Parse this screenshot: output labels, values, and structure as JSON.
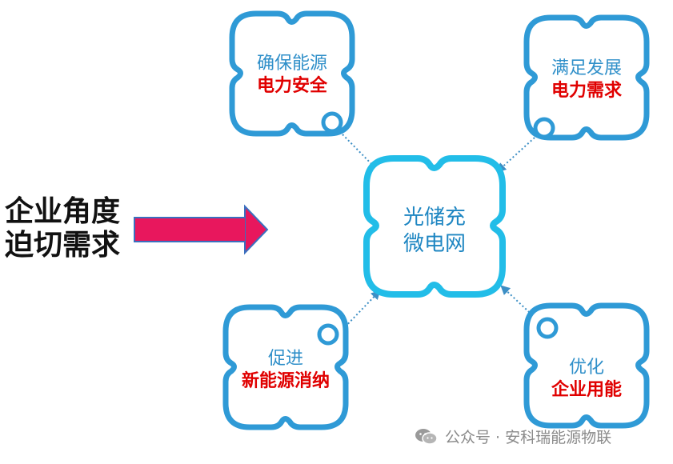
{
  "left_label": {
    "line1": "企业角度",
    "line2": "迫切需求"
  },
  "center": {
    "line1": "光储充",
    "line2": "微电网"
  },
  "nodes": [
    {
      "line1": "确保能源",
      "line2": "电力安全"
    },
    {
      "line1": "满足发展",
      "line2": "电力需求"
    },
    {
      "line1": "促进",
      "line2": "新能源消纳"
    },
    {
      "line1": "优化",
      "line2": "企业用能"
    }
  ],
  "watermark": {
    "icon": "wechat-icon",
    "text": "公众号 · 安科瑞能源物联"
  },
  "colors": {
    "node_border": "#2f9ad6",
    "center_border": "#22bde8",
    "arrow_red": "#e8175d",
    "dotted": "#3d8fc5",
    "label_red": "#e00000"
  }
}
